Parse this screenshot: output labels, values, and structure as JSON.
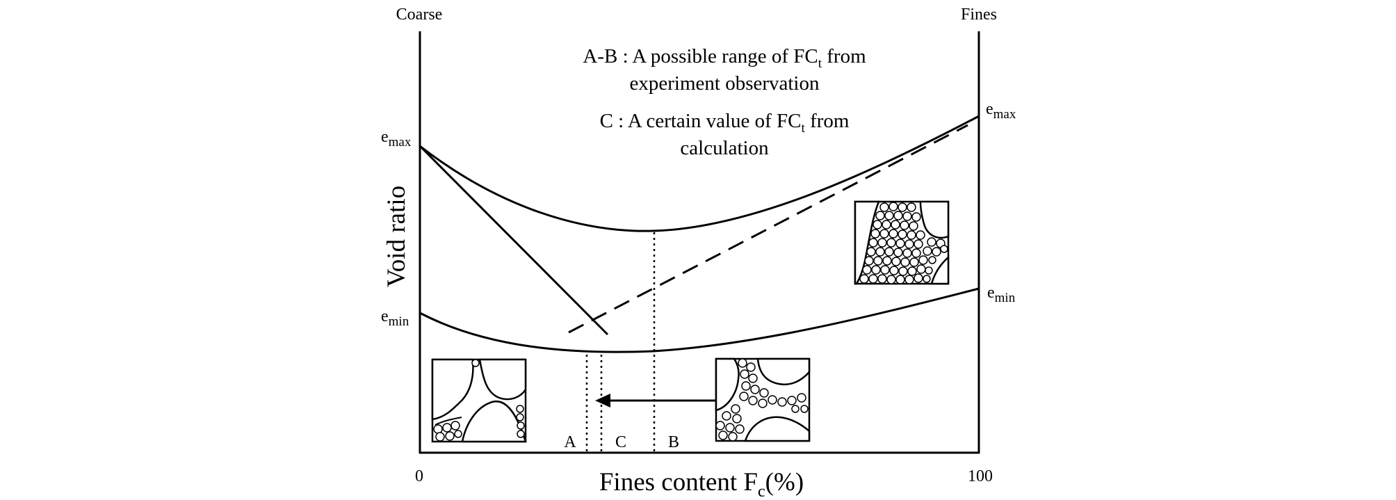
{
  "labels": {
    "coarse": "Coarse",
    "fines": "Fines",
    "x_zero": "0",
    "x_hundred": "100",
    "x_axis_main": "Fines content F",
    "x_axis_sub": "c",
    "x_axis_tail": "(%)",
    "y_axis": "Void ratio",
    "e_base": "e",
    "max_sub": "max",
    "min_sub": "min",
    "point_a": "A",
    "point_b": "B",
    "point_c": "C"
  },
  "annotations": {
    "ab_line1_pre": "A-B : A possible range of FC",
    "ab_line1_sub": "t",
    "ab_line1_post": " from",
    "ab_line2": "experiment observation",
    "c_line1_pre": "C : A certain value of FC",
    "c_line1_sub": "t",
    "c_line1_post": " from",
    "c_line2": "calculation"
  },
  "icons": {
    "coarse_skeleton": "coarse-grain-packing-icon",
    "transitional": "transitional-packing-icon",
    "fines_matrix": "fines-matrix-packing-icon",
    "arrow": "left-arrow-icon"
  }
}
